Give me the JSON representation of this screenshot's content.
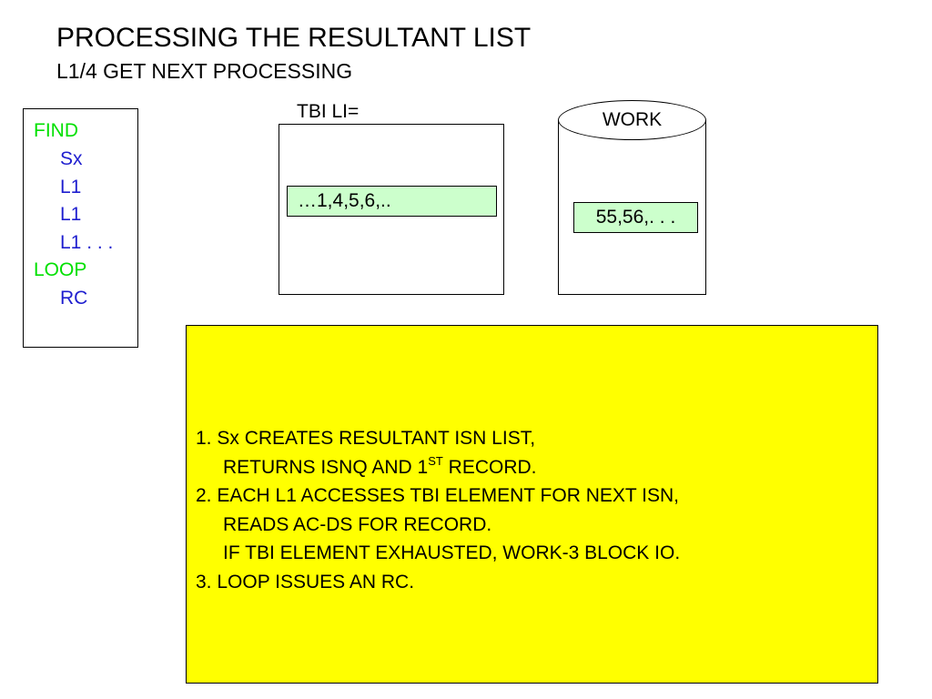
{
  "title": "PROCESSING THE RESULTANT LIST",
  "subtitle": "L1/4 GET NEXT PROCESSING",
  "colors": {
    "keyword": "#00e000",
    "command": "#1f1fcf",
    "element_fill": "#ccffcc",
    "note_fill": "#ffff00"
  },
  "code": {
    "find": "FIND",
    "sx": "Sx",
    "l1_a": "L1",
    "l1_b": "L1",
    "l1_c": "L1 . . .",
    "loop": "LOOP",
    "rc": "RC"
  },
  "tbi": {
    "label": "TBI LI=",
    "element": "…1,4,5,6,.."
  },
  "work": {
    "label": "WORK",
    "element": "55,56,. . ."
  },
  "notes": {
    "line1": "1. Sx CREATES RESULTANT ISN LIST,",
    "line2_pre": "RETURNS ISNQ AND 1",
    "line2_sup": "ST",
    "line2_post": " RECORD.",
    "line3": "2. EACH L1 ACCESSES TBI ELEMENT FOR NEXT ISN,",
    "line4": "READS AC-DS FOR RECORD.",
    "line5": "IF TBI ELEMENT EXHAUSTED, WORK-3 BLOCK IO.",
    "line6": "3. LOOP ISSUES AN RC."
  }
}
